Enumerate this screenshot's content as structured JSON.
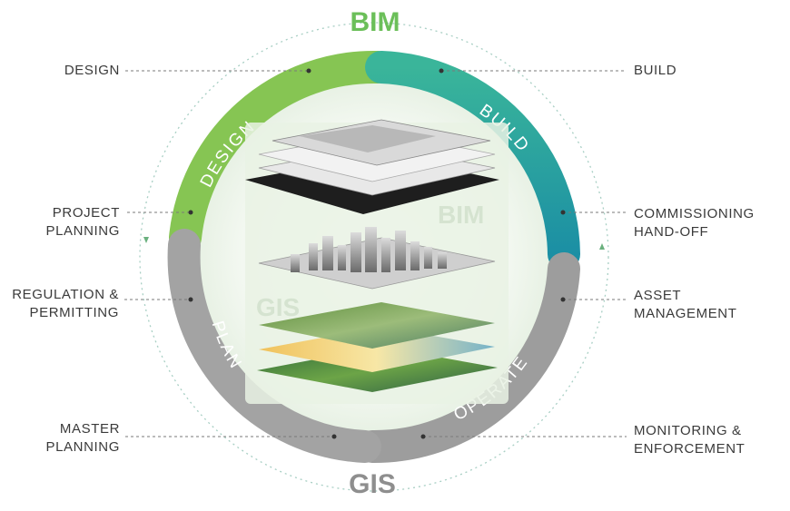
{
  "header": {
    "bim": "BIM",
    "gis": "GIS"
  },
  "arc_labels": {
    "design": "DESIGN",
    "build": "BUILD",
    "operate": "OPERATE",
    "plan": "PLAN"
  },
  "left_labels": [
    {
      "lines": [
        "DESIGN"
      ]
    },
    {
      "lines": [
        "PROJECT",
        "PLANNING"
      ]
    },
    {
      "lines": [
        "REGULATION &",
        "PERMITTING"
      ]
    },
    {
      "lines": [
        "MASTER",
        "PLANNING"
      ]
    }
  ],
  "right_labels": [
    {
      "lines": [
        "BUILD"
      ]
    },
    {
      "lines": [
        "COMMISSIONING",
        "HAND-OFF"
      ]
    },
    {
      "lines": [
        "ASSET",
        "MANAGEMENT"
      ]
    },
    {
      "lines": [
        "MONITORING &",
        "ENFORCEMENT"
      ]
    }
  ],
  "watermark": {
    "bim": "BIM",
    "gis": "GIS"
  },
  "colors": {
    "green": "#7cc24f",
    "teal": "#2aa6a6",
    "gray": "#9b9b9b",
    "bim_text": "#6bbf59",
    "gis_text": "#8e8e8e",
    "label_text": "#3a3a3a"
  }
}
